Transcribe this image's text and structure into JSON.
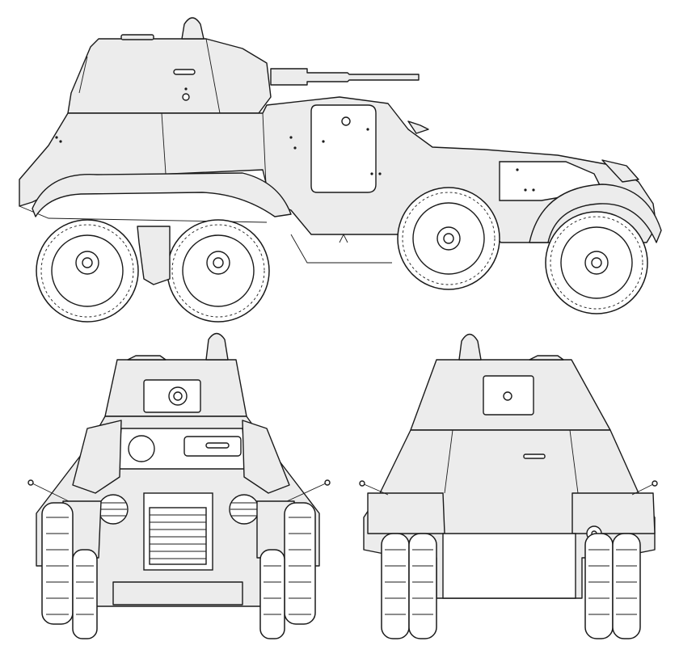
{
  "drawing": {
    "views": [
      "side",
      "front",
      "rear"
    ],
    "line_color": "#1a1a1a",
    "fill_color": "#ececec",
    "background": "#ffffff"
  }
}
